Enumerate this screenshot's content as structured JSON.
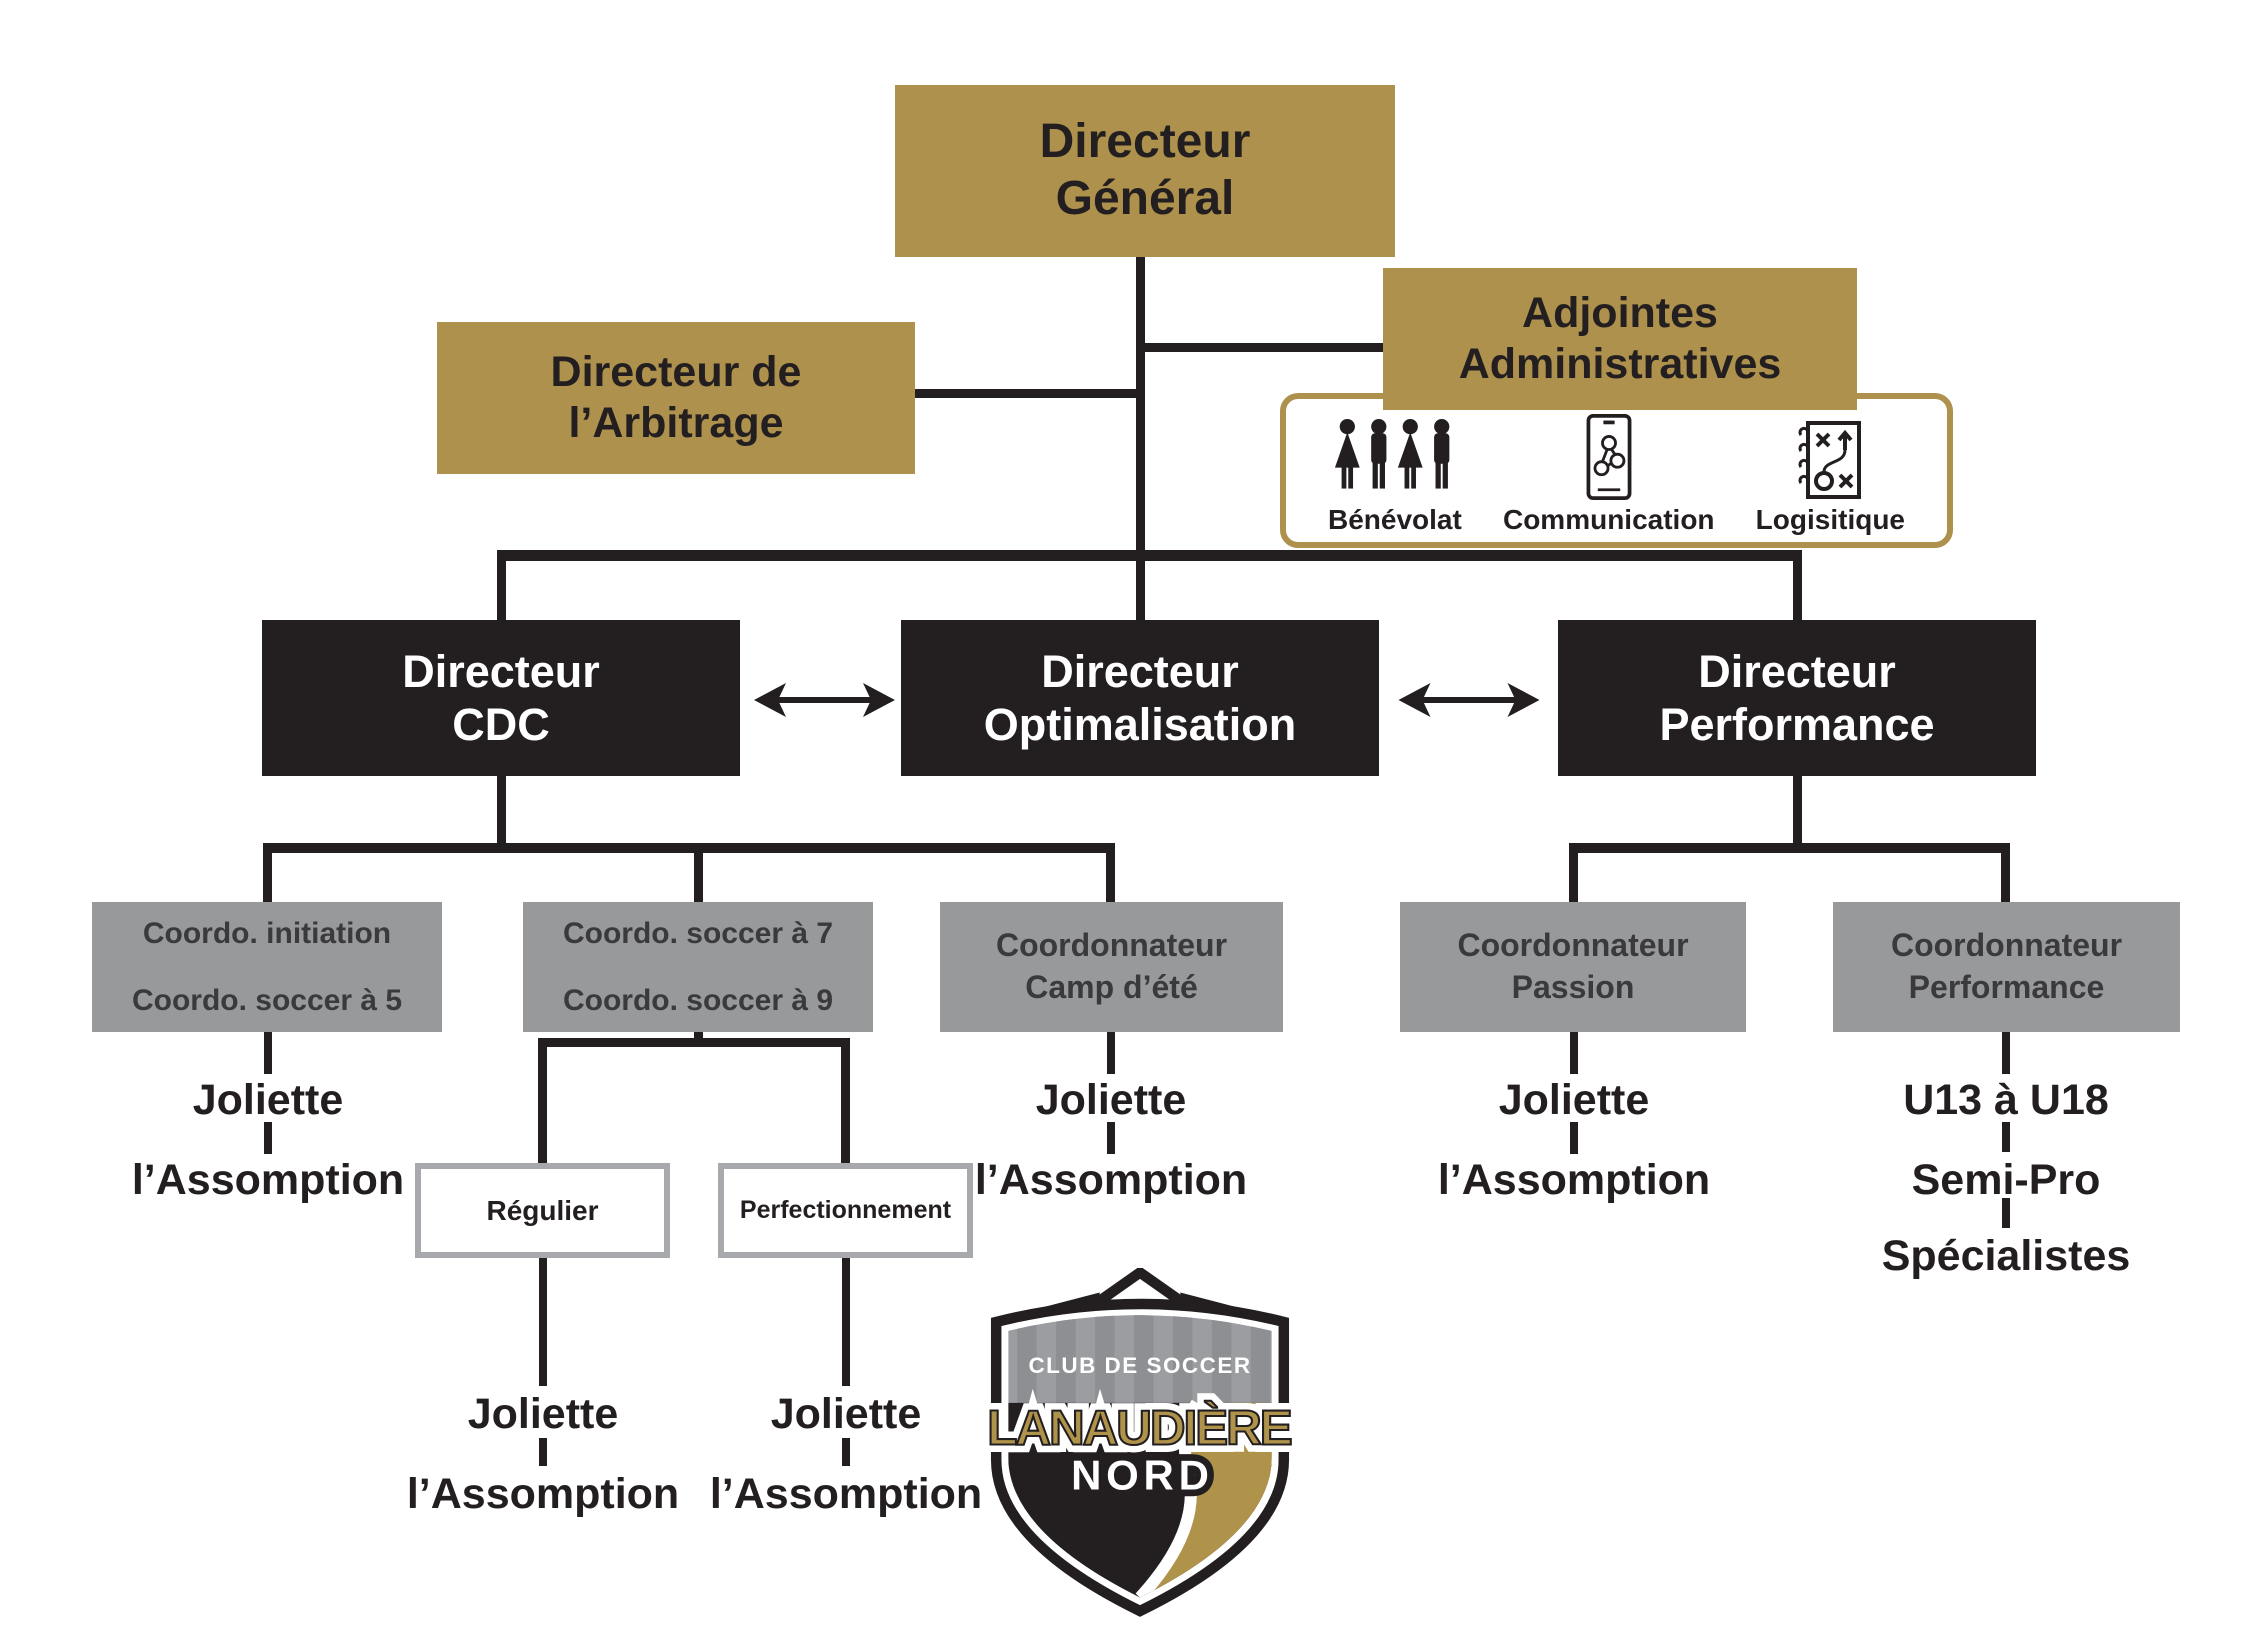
{
  "palette": {
    "gold": "#AE914C",
    "black": "#231F20",
    "gray": "#97999B",
    "gray_text": "#3A3A3C",
    "white_box_border": "#A7A9AC"
  },
  "nodes": {
    "directeur_general": "Directeur\nGénéral",
    "directeur_arbitrage": "Directeur de\nl’Arbitrage",
    "adjointes": "Adjointes\nAdministratives",
    "directeur_cdc": "Directeur\nCDC",
    "directeur_optimalisation": "Directeur\nOptimalisation",
    "directeur_performance": "Directeur\nPerformance",
    "coordo_initiation": "Coordo. initiation",
    "coordo_soccer5": "Coordo. soccer à 5",
    "coordo_soccer7": "Coordo. soccer à 7",
    "coordo_soccer9": "Coordo. soccer à 9",
    "coordo_camp": "Coordonnateur\nCamp d’été",
    "coordo_passion": "Coordonnateur\nPassion",
    "coordo_performance": "Coordonnateur\nPerformance",
    "regulier": "Régulier",
    "perfectionnement": "Perfectionnement"
  },
  "admin_services": [
    {
      "icon": "volunteers-icon",
      "label": "Bénévolat"
    },
    {
      "icon": "communication-icon",
      "label": "Communication"
    },
    {
      "icon": "logistics-icon",
      "label": "Logisitique"
    }
  ],
  "cities": {
    "joliette": "Joliette",
    "assomption": "l’Assomption"
  },
  "performance_levels": [
    "U13 à U18",
    "Semi-Pro",
    "Spécialistes"
  ],
  "logo": {
    "tagline": "CLUB DE SOCCER",
    "name_line1": "LANAUDIÈRE",
    "name_line2": "NORD"
  }
}
